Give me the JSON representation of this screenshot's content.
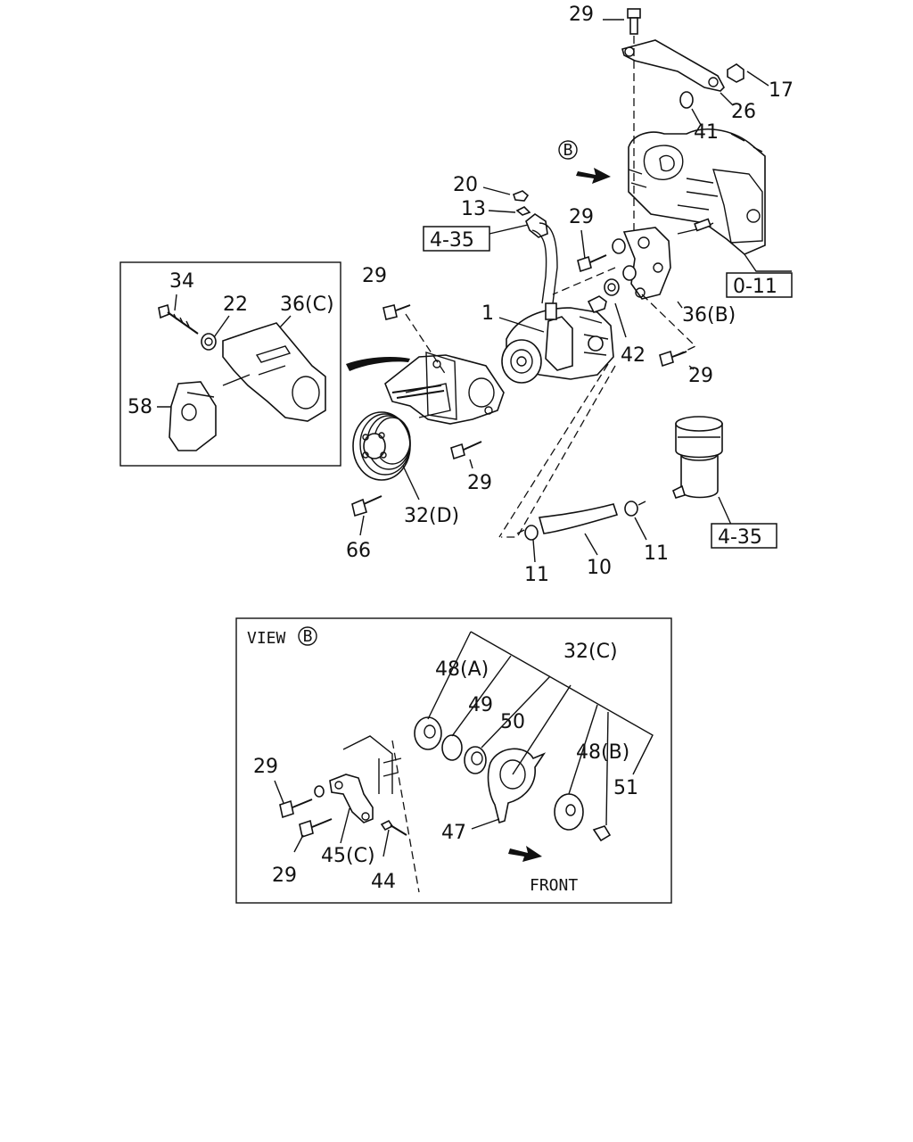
{
  "diagram": {
    "callouts": [
      {
        "id": "c29a",
        "text": "29"
      },
      {
        "id": "c17",
        "text": "17"
      },
      {
        "id": "c26",
        "text": "26"
      },
      {
        "id": "c41",
        "text": "41"
      },
      {
        "id": "c20",
        "text": "20"
      },
      {
        "id": "c13",
        "text": "13"
      },
      {
        "id": "c29b",
        "text": "29"
      },
      {
        "id": "c29c",
        "text": "29"
      },
      {
        "id": "c34",
        "text": "34"
      },
      {
        "id": "c22",
        "text": "22"
      },
      {
        "id": "c36c",
        "text": "36(C)"
      },
      {
        "id": "c58",
        "text": "58"
      },
      {
        "id": "c1",
        "text": "1"
      },
      {
        "id": "c42",
        "text": "42"
      },
      {
        "id": "c36b",
        "text": "36(B)"
      },
      {
        "id": "c29d",
        "text": "29"
      },
      {
        "id": "c29e",
        "text": "29"
      },
      {
        "id": "c32d",
        "text": "32(D)"
      },
      {
        "id": "c66",
        "text": "66"
      },
      {
        "id": "c11a",
        "text": "11"
      },
      {
        "id": "c10",
        "text": "10"
      },
      {
        "id": "c11b",
        "text": "11"
      },
      {
        "id": "cview",
        "text": "VIEW"
      },
      {
        "id": "c48a",
        "text": "48(A)"
      },
      {
        "id": "c32c",
        "text": "32(C)"
      },
      {
        "id": "c49",
        "text": "49"
      },
      {
        "id": "c50",
        "text": "50"
      },
      {
        "id": "c48b",
        "text": "48(B)"
      },
      {
        "id": "c29f",
        "text": "29"
      },
      {
        "id": "c51",
        "text": "51"
      },
      {
        "id": "c47",
        "text": "47"
      },
      {
        "id": "c29g",
        "text": "29"
      },
      {
        "id": "c45c",
        "text": "45(C)"
      },
      {
        "id": "c44",
        "text": "44"
      },
      {
        "id": "cfront",
        "text": "FRONT"
      }
    ],
    "refs": [
      {
        "id": "ref435a",
        "text": "4-35"
      },
      {
        "id": "ref011",
        "text": "0-11"
      },
      {
        "id": "ref435b",
        "text": "4-35"
      }
    ],
    "view_markers": [
      {
        "id": "mk1",
        "text": "B"
      },
      {
        "id": "mk2",
        "text": "B"
      }
    ]
  }
}
